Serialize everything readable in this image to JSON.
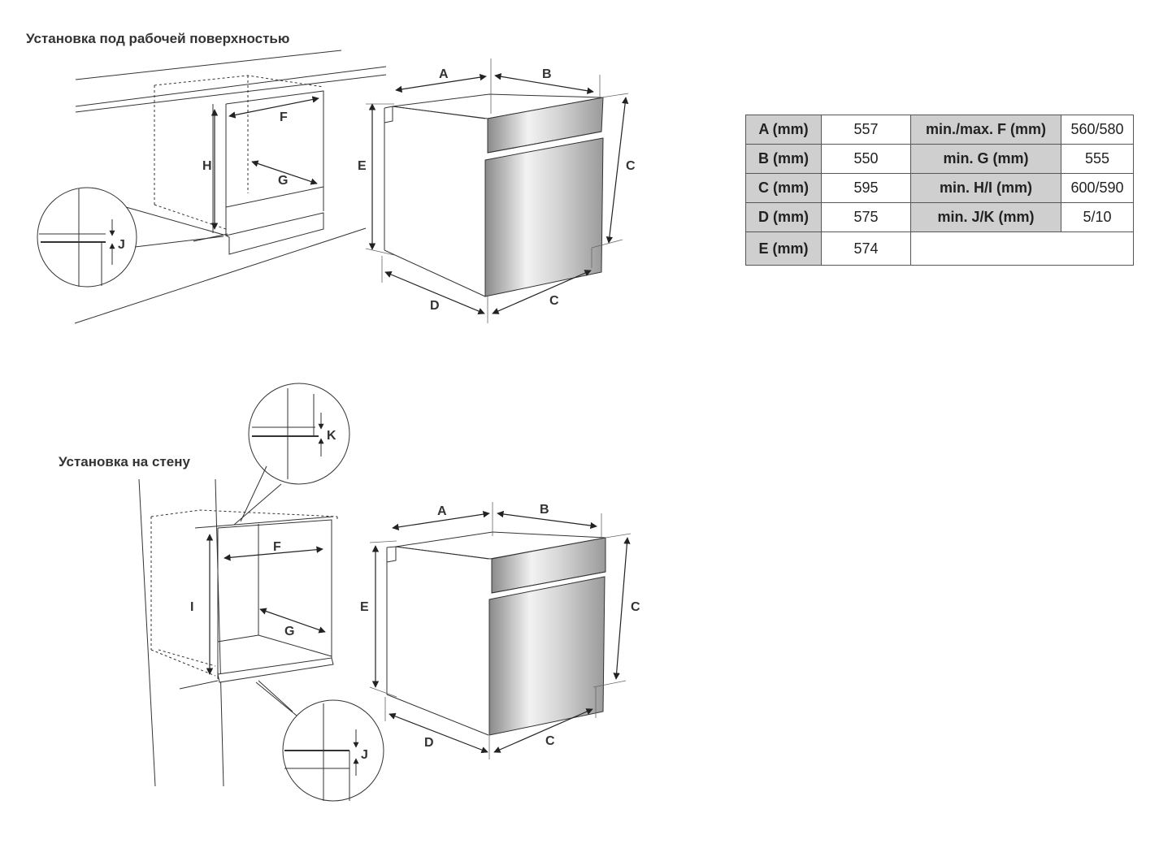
{
  "titles": {
    "under_counter": "Установка под рабочей поверхностью",
    "wall": "Установка на стену"
  },
  "labels": {
    "A": "A",
    "B": "B",
    "C": "C",
    "D": "D",
    "E": "E",
    "F": "F",
    "G": "G",
    "H": "H",
    "I": "I",
    "J": "J",
    "K": "K"
  },
  "table": {
    "rows": [
      {
        "k1": "A (mm)",
        "v1": "557",
        "k2": "min./max. F (mm)",
        "v2": "560/580"
      },
      {
        "k1": "B (mm)",
        "v1": "550",
        "k2": "min. G (mm)",
        "v2": "555"
      },
      {
        "k1": "C (mm)",
        "v1": "595",
        "k2": "min. H/I (mm)",
        "v2": "600/590"
      },
      {
        "k1": "D (mm)",
        "v1": "575",
        "k2": "min. J/K (mm)",
        "v2": "5/10"
      },
      {
        "k1": "E (mm)",
        "v1": "574",
        "k2": "",
        "v2": ""
      }
    ]
  }
}
